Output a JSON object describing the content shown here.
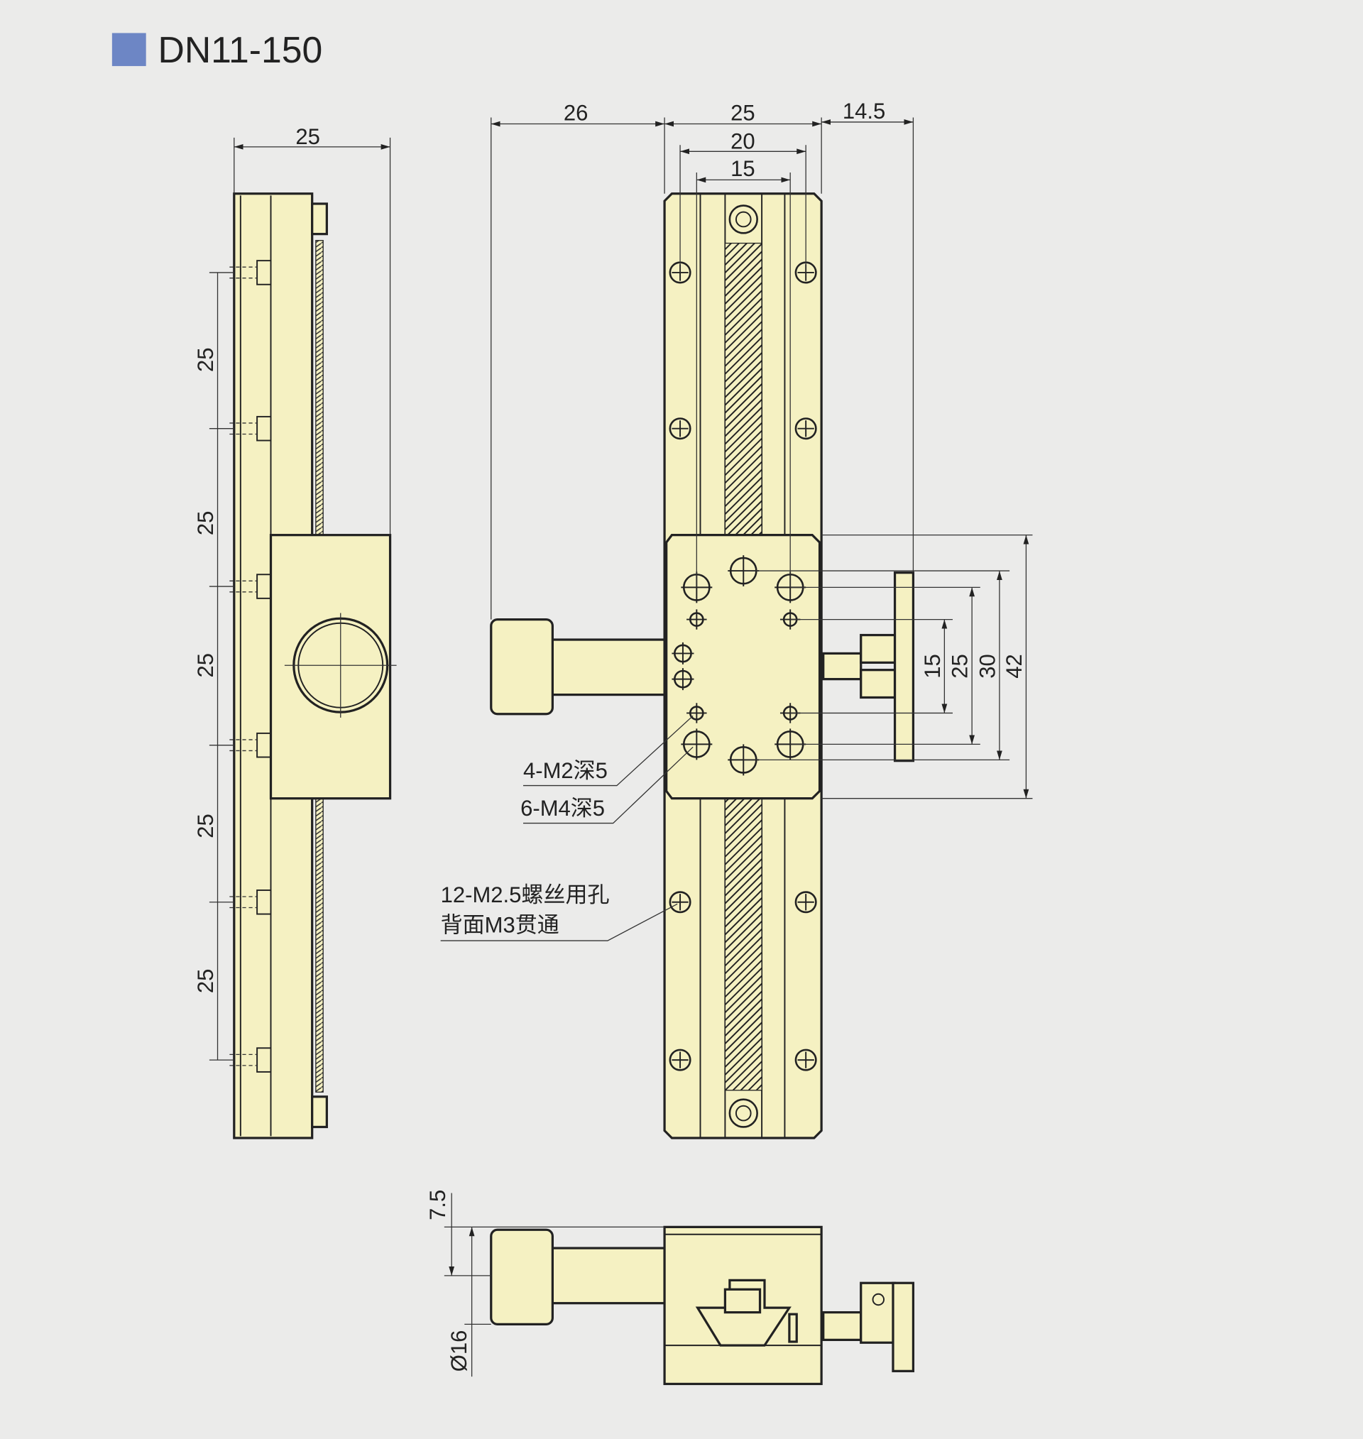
{
  "title": "DN11-150",
  "colors": {
    "title_marker": "#6d86c5",
    "part_fill": "#f5f1c2",
    "background": "#ebebea"
  },
  "side_view": {
    "width_dim": "25",
    "pitch_dims": [
      "25",
      "25",
      "25",
      "25",
      "25"
    ]
  },
  "top_view": {
    "dims_top": {
      "knob": "26",
      "body": "25",
      "micrometer": "14.5",
      "hole_span_20": "20",
      "hole_span_15": "15"
    },
    "dims_right": [
      "15",
      "25",
      "30",
      "42"
    ],
    "callouts": {
      "m2": "4-M2深5",
      "m4": "6-M4深5",
      "screw_line1": "12-M2.5螺丝用孔",
      "screw_line2": "背面M3贯通"
    }
  },
  "end_view": {
    "height_dim": "7.5",
    "diameter_dim": "Ø16"
  }
}
